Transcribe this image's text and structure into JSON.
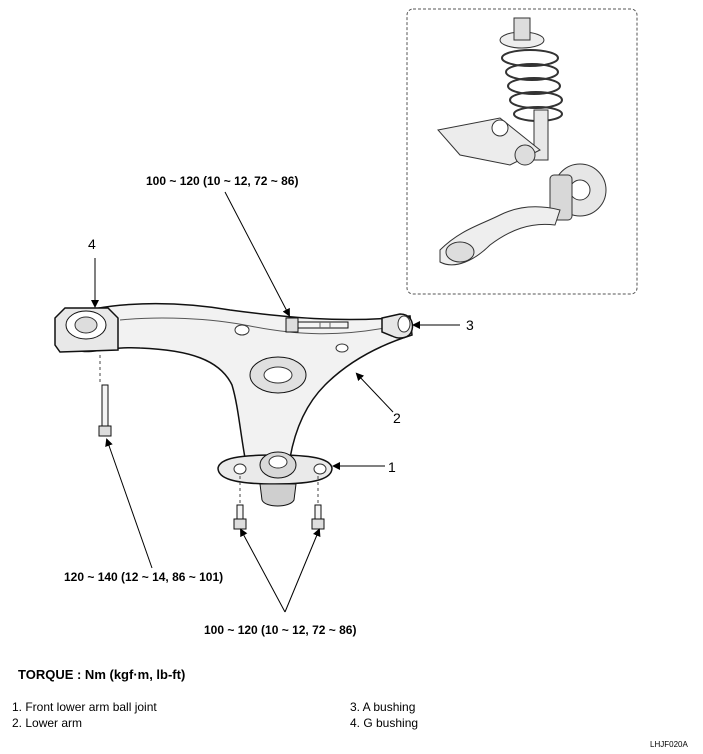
{
  "torques": {
    "a_bushing_bolt": "100 ~ 120 (10 ~ 12, 72 ~ 86)",
    "g_bushing_bolt": "120 ~ 140 (12 ~ 14, 86 ~ 101)",
    "ball_joint_bolts": "100 ~ 120 (10 ~ 12, 72 ~ 86)"
  },
  "callouts": [
    "1",
    "2",
    "3",
    "4"
  ],
  "torque_unit": "TORQUE : Nm (kgf·m, lb-ft)",
  "legend": [
    "1.  Front lower arm ball joint",
    "2.  Lower arm",
    "3.  A bushing",
    "4.  G bushing"
  ],
  "figure_code": "LHJF020A"
}
